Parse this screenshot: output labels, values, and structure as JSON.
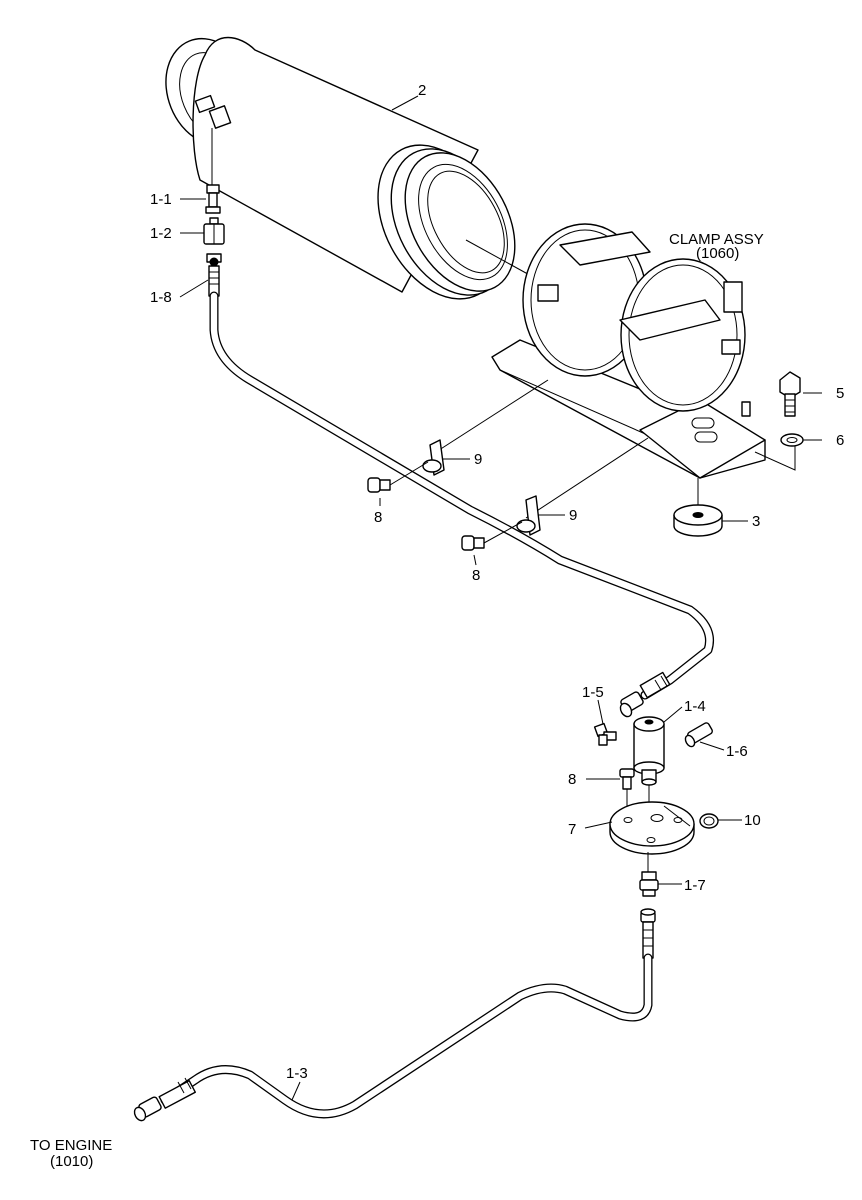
{
  "labels": {
    "p2": "2",
    "p1_1": "1-1",
    "p1_2": "1-2",
    "p1_8": "1-8",
    "clamp_line1": "CLAMP ASSY",
    "clamp_line2": "(1060)",
    "p5": "5",
    "p6": "6",
    "p9a": "9",
    "p8a": "8",
    "p9b": "9",
    "p8b": "8",
    "p3": "3",
    "p1_5": "1-5",
    "p1_4": "1-4",
    "p1_6": "1-6",
    "p8c": "8",
    "p7": "7",
    "p10": "10",
    "p1_7": "1-7",
    "p1_3": "1-3",
    "engine_line1": "TO ENGINE",
    "engine_line2": "(1010)"
  }
}
